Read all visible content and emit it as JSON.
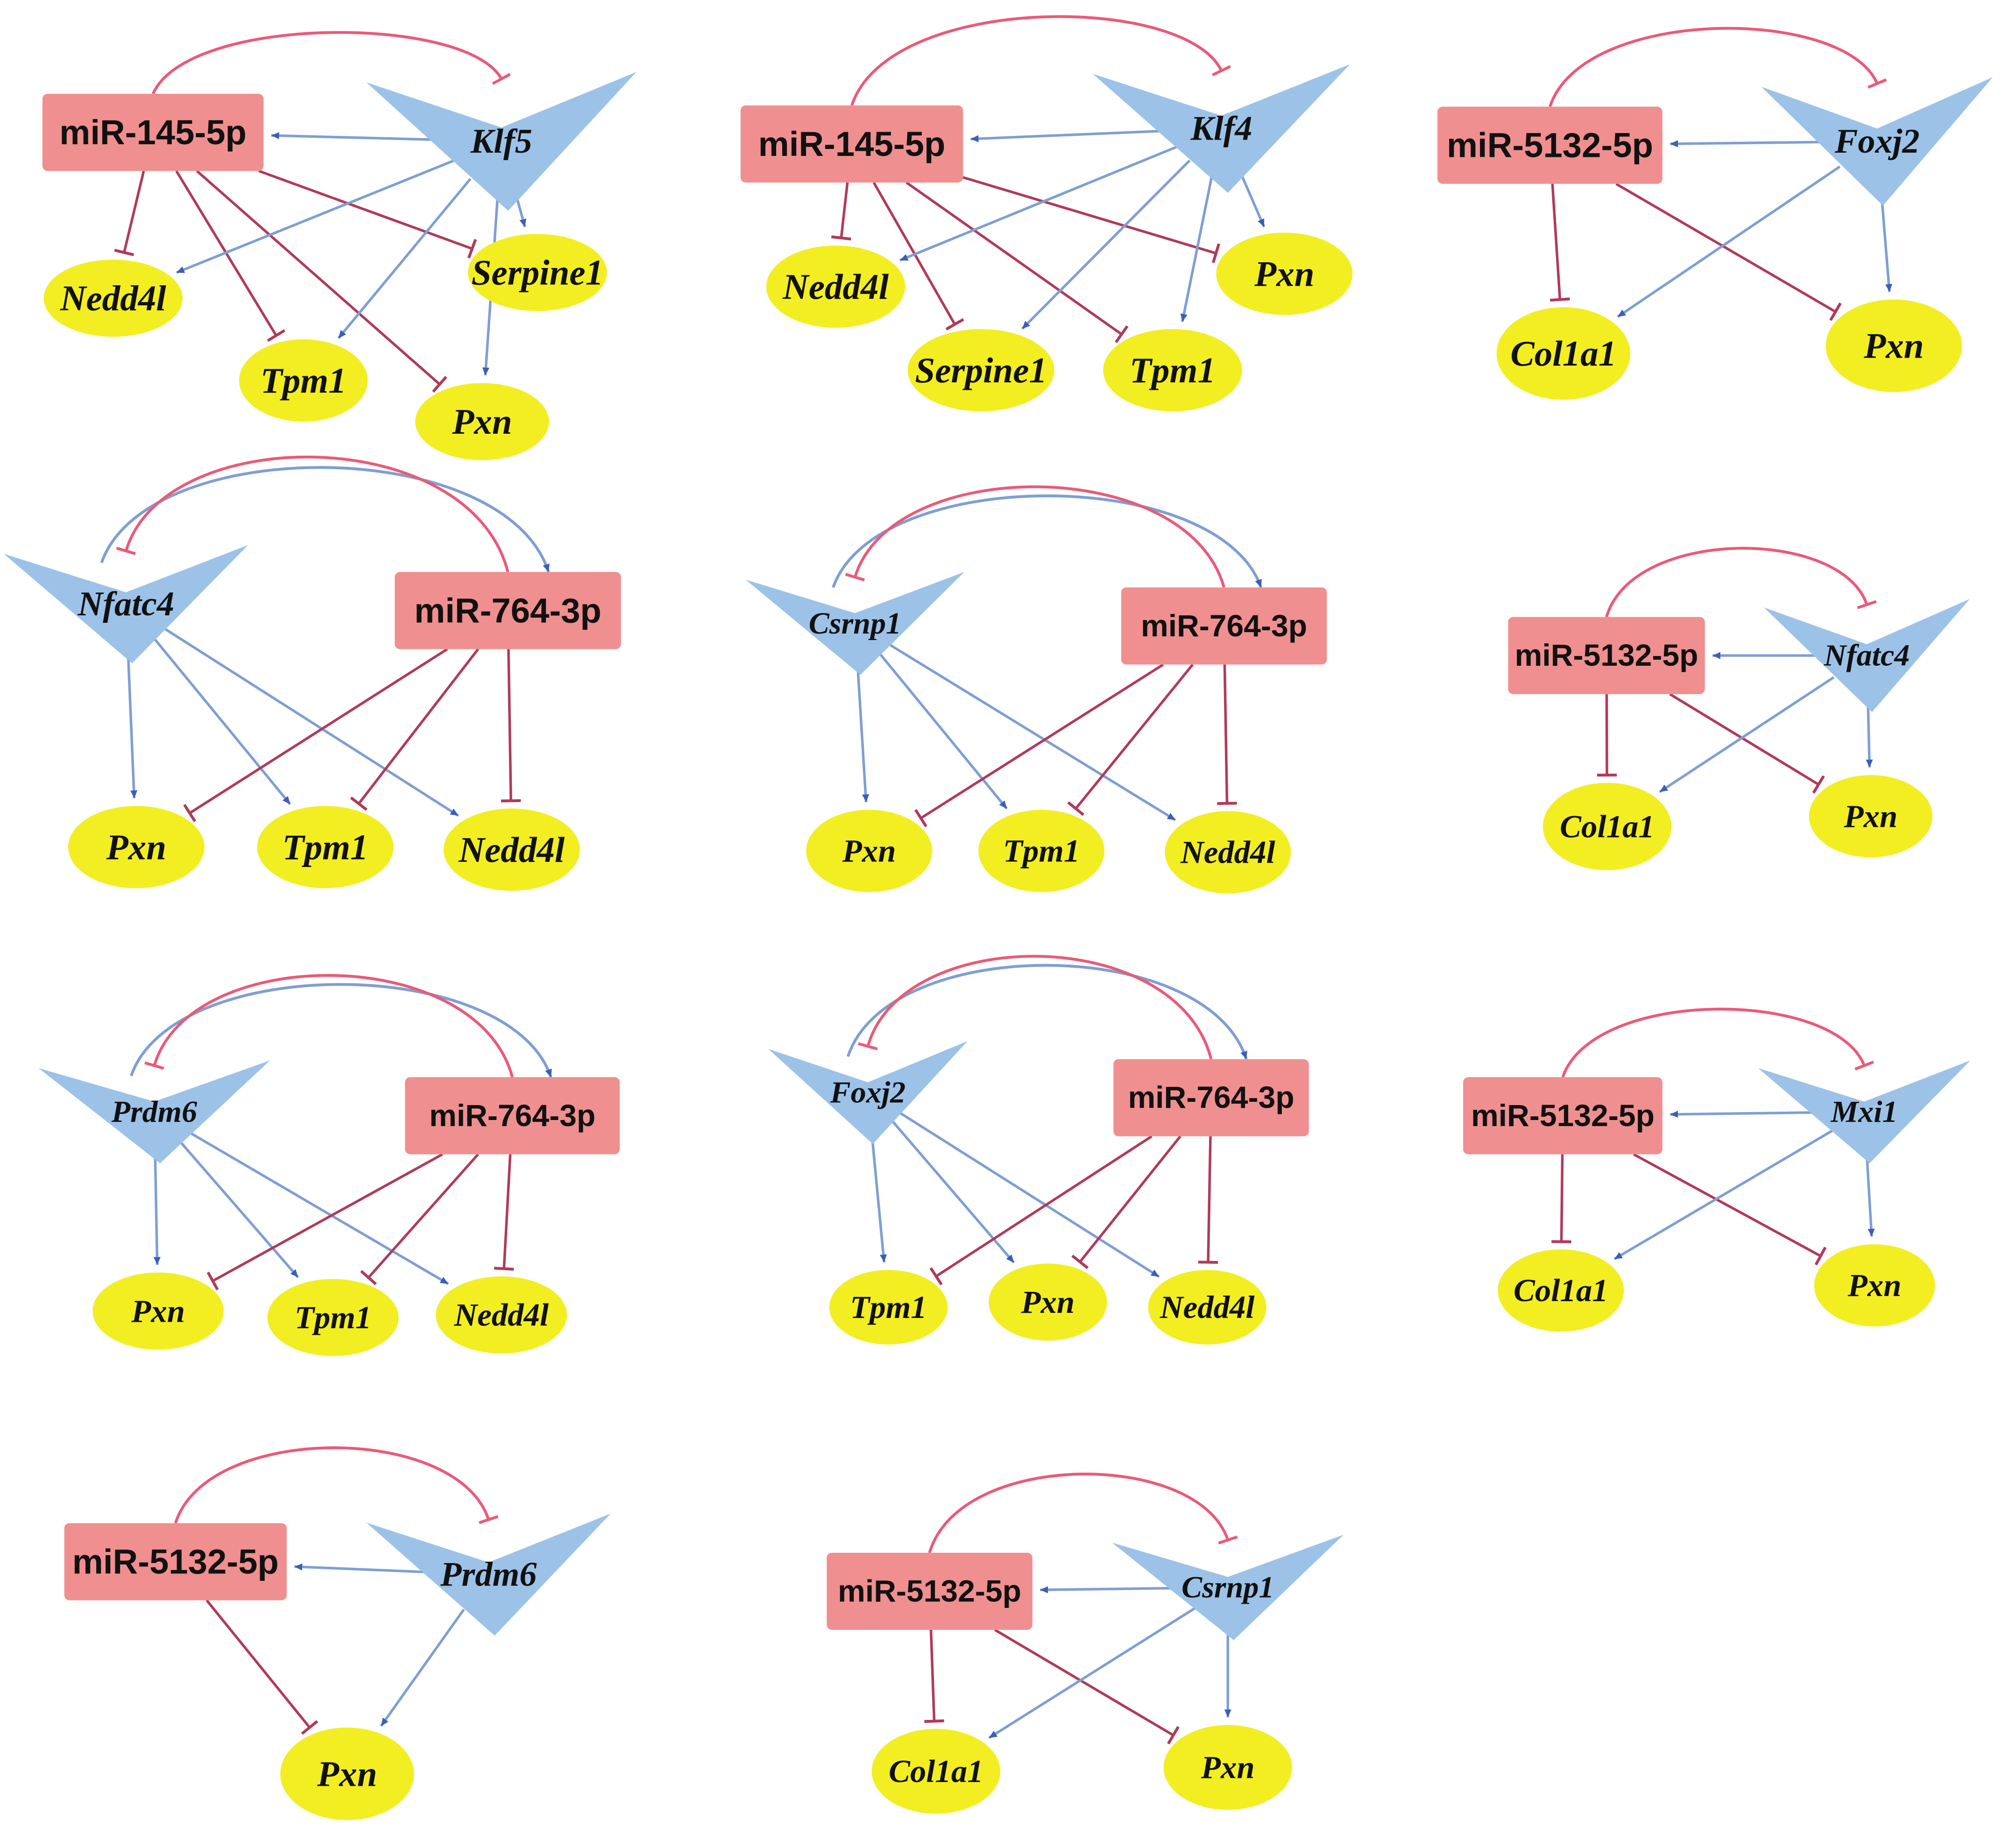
{
  "colors": {
    "mirna_fill": "#f08f8f",
    "tf_fill": "#9cc2e8",
    "target_fill": "#f2ee22",
    "activation_edge": "#7f9fd2",
    "activation_arrowhead": "#3a5fb8",
    "inhibition_edge": "#b03a5a",
    "loop_inhibition_edge": "#ea5a78",
    "text": "#111111"
  },
  "node_shapes": {
    "mirna": "rounded-rectangle",
    "transcription_factor": "v-shape",
    "target_gene": "ellipse"
  },
  "edge_types": {
    "activation": "arrow",
    "inhibition": "t-bar"
  },
  "panels": [
    {
      "mirna": "miR-145-5p",
      "tf": "Klf5",
      "targets": [
        "Nedd4l",
        "Tpm1",
        "Pxn",
        "Serpine1"
      ],
      "edges": [
        {
          "from": "miR-145-5p",
          "to": "Klf5",
          "type": "inhibition"
        },
        {
          "from": "Klf5",
          "to": "miR-145-5p",
          "type": "activation"
        },
        {
          "from": "miR-145-5p",
          "to": "Nedd4l",
          "type": "inhibition"
        },
        {
          "from": "miR-145-5p",
          "to": "Tpm1",
          "type": "inhibition"
        },
        {
          "from": "miR-145-5p",
          "to": "Pxn",
          "type": "inhibition"
        },
        {
          "from": "miR-145-5p",
          "to": "Serpine1",
          "type": "inhibition"
        },
        {
          "from": "Klf5",
          "to": "Nedd4l",
          "type": "activation"
        },
        {
          "from": "Klf5",
          "to": "Tpm1",
          "type": "activation"
        },
        {
          "from": "Klf5",
          "to": "Pxn",
          "type": "activation"
        },
        {
          "from": "Klf5",
          "to": "Serpine1",
          "type": "activation"
        }
      ]
    },
    {
      "mirna": "miR-145-5p",
      "tf": "Klf4",
      "targets": [
        "Nedd4l",
        "Serpine1",
        "Tpm1",
        "Pxn"
      ],
      "edges": [
        {
          "from": "miR-145-5p",
          "to": "Klf4",
          "type": "inhibition"
        },
        {
          "from": "Klf4",
          "to": "miR-145-5p",
          "type": "activation"
        },
        {
          "from": "miR-145-5p",
          "to": "Nedd4l",
          "type": "inhibition"
        },
        {
          "from": "miR-145-5p",
          "to": "Serpine1",
          "type": "inhibition"
        },
        {
          "from": "miR-145-5p",
          "to": "Tpm1",
          "type": "inhibition"
        },
        {
          "from": "miR-145-5p",
          "to": "Pxn",
          "type": "inhibition"
        },
        {
          "from": "Klf4",
          "to": "Nedd4l",
          "type": "activation"
        },
        {
          "from": "Klf4",
          "to": "Serpine1",
          "type": "activation"
        },
        {
          "from": "Klf4",
          "to": "Tpm1",
          "type": "activation"
        },
        {
          "from": "Klf4",
          "to": "Pxn",
          "type": "activation"
        }
      ]
    },
    {
      "mirna": "miR-5132-5p",
      "tf": "Foxj2",
      "targets": [
        "Col1a1",
        "Pxn"
      ],
      "edges": [
        {
          "from": "miR-5132-5p",
          "to": "Foxj2",
          "type": "inhibition"
        },
        {
          "from": "Foxj2",
          "to": "miR-5132-5p",
          "type": "activation"
        },
        {
          "from": "miR-5132-5p",
          "to": "Col1a1",
          "type": "inhibition"
        },
        {
          "from": "miR-5132-5p",
          "to": "Pxn",
          "type": "inhibition"
        },
        {
          "from": "Foxj2",
          "to": "Col1a1",
          "type": "activation"
        },
        {
          "from": "Foxj2",
          "to": "Pxn",
          "type": "activation"
        }
      ]
    },
    {
      "mirna": "miR-764-3p",
      "tf": "Nfatc4",
      "targets": [
        "Pxn",
        "Tpm1",
        "Nedd4l"
      ],
      "edges": [
        {
          "from": "Nfatc4",
          "to": "miR-764-3p",
          "type": "activation"
        },
        {
          "from": "miR-764-3p",
          "to": "Nfatc4",
          "type": "inhibition"
        },
        {
          "from": "Nfatc4",
          "to": "Pxn",
          "type": "activation"
        },
        {
          "from": "Nfatc4",
          "to": "Tpm1",
          "type": "activation"
        },
        {
          "from": "Nfatc4",
          "to": "Nedd4l",
          "type": "activation"
        },
        {
          "from": "miR-764-3p",
          "to": "Pxn",
          "type": "inhibition"
        },
        {
          "from": "miR-764-3p",
          "to": "Tpm1",
          "type": "inhibition"
        },
        {
          "from": "miR-764-3p",
          "to": "Nedd4l",
          "type": "inhibition"
        }
      ]
    },
    {
      "mirna": "miR-764-3p",
      "tf": "Csrnp1",
      "targets": [
        "Pxn",
        "Tpm1",
        "Nedd4l"
      ],
      "edges": [
        {
          "from": "Csrnp1",
          "to": "miR-764-3p",
          "type": "activation"
        },
        {
          "from": "miR-764-3p",
          "to": "Csrnp1",
          "type": "inhibition"
        },
        {
          "from": "Csrnp1",
          "to": "Pxn",
          "type": "activation"
        },
        {
          "from": "Csrnp1",
          "to": "Tpm1",
          "type": "activation"
        },
        {
          "from": "Csrnp1",
          "to": "Nedd4l",
          "type": "activation"
        },
        {
          "from": "miR-764-3p",
          "to": "Pxn",
          "type": "inhibition"
        },
        {
          "from": "miR-764-3p",
          "to": "Tpm1",
          "type": "inhibition"
        },
        {
          "from": "miR-764-3p",
          "to": "Nedd4l",
          "type": "inhibition"
        }
      ]
    },
    {
      "mirna": "miR-5132-5p",
      "tf": "Nfatc4",
      "targets": [
        "Col1a1",
        "Pxn"
      ],
      "edges": [
        {
          "from": "miR-5132-5p",
          "to": "Nfatc4",
          "type": "inhibition"
        },
        {
          "from": "Nfatc4",
          "to": "miR-5132-5p",
          "type": "activation"
        },
        {
          "from": "miR-5132-5p",
          "to": "Col1a1",
          "type": "inhibition"
        },
        {
          "from": "miR-5132-5p",
          "to": "Pxn",
          "type": "inhibition"
        },
        {
          "from": "Nfatc4",
          "to": "Col1a1",
          "type": "activation"
        },
        {
          "from": "Nfatc4",
          "to": "Pxn",
          "type": "activation"
        }
      ]
    },
    {
      "mirna": "miR-764-3p",
      "tf": "Prdm6",
      "targets": [
        "Pxn",
        "Tpm1",
        "Nedd4l"
      ],
      "edges": [
        {
          "from": "Prdm6",
          "to": "miR-764-3p",
          "type": "activation"
        },
        {
          "from": "miR-764-3p",
          "to": "Prdm6",
          "type": "inhibition"
        },
        {
          "from": "Prdm6",
          "to": "Pxn",
          "type": "activation"
        },
        {
          "from": "Prdm6",
          "to": "Tpm1",
          "type": "activation"
        },
        {
          "from": "Prdm6",
          "to": "Nedd4l",
          "type": "activation"
        },
        {
          "from": "miR-764-3p",
          "to": "Pxn",
          "type": "inhibition"
        },
        {
          "from": "miR-764-3p",
          "to": "Tpm1",
          "type": "inhibition"
        },
        {
          "from": "miR-764-3p",
          "to": "Nedd4l",
          "type": "inhibition"
        }
      ]
    },
    {
      "mirna": "miR-764-3p",
      "tf": "Foxj2",
      "targets": [
        "Tpm1",
        "Pxn",
        "Nedd4l"
      ],
      "edges": [
        {
          "from": "Foxj2",
          "to": "miR-764-3p",
          "type": "activation"
        },
        {
          "from": "miR-764-3p",
          "to": "Foxj2",
          "type": "inhibition"
        },
        {
          "from": "Foxj2",
          "to": "Tpm1",
          "type": "activation"
        },
        {
          "from": "Foxj2",
          "to": "Pxn",
          "type": "activation"
        },
        {
          "from": "Foxj2",
          "to": "Nedd4l",
          "type": "activation"
        },
        {
          "from": "miR-764-3p",
          "to": "Tpm1",
          "type": "inhibition"
        },
        {
          "from": "miR-764-3p",
          "to": "Pxn",
          "type": "inhibition"
        },
        {
          "from": "miR-764-3p",
          "to": "Nedd4l",
          "type": "inhibition"
        }
      ]
    },
    {
      "mirna": "miR-5132-5p",
      "tf": "Mxi1",
      "targets": [
        "Col1a1",
        "Pxn"
      ],
      "edges": [
        {
          "from": "miR-5132-5p",
          "to": "Mxi1",
          "type": "inhibition"
        },
        {
          "from": "Mxi1",
          "to": "miR-5132-5p",
          "type": "activation"
        },
        {
          "from": "miR-5132-5p",
          "to": "Col1a1",
          "type": "inhibition"
        },
        {
          "from": "miR-5132-5p",
          "to": "Pxn",
          "type": "inhibition"
        },
        {
          "from": "Mxi1",
          "to": "Col1a1",
          "type": "activation"
        },
        {
          "from": "Mxi1",
          "to": "Pxn",
          "type": "activation"
        }
      ]
    },
    {
      "mirna": "miR-5132-5p",
      "tf": "Prdm6",
      "targets": [
        "Pxn"
      ],
      "edges": [
        {
          "from": "miR-5132-5p",
          "to": "Prdm6",
          "type": "inhibition"
        },
        {
          "from": "Prdm6",
          "to": "miR-5132-5p",
          "type": "activation"
        },
        {
          "from": "miR-5132-5p",
          "to": "Pxn",
          "type": "inhibition"
        },
        {
          "from": "Prdm6",
          "to": "Pxn",
          "type": "activation"
        }
      ]
    },
    {
      "mirna": "miR-5132-5p",
      "tf": "Csrnp1",
      "targets": [
        "Col1a1",
        "Pxn"
      ],
      "edges": [
        {
          "from": "miR-5132-5p",
          "to": "Csrnp1",
          "type": "inhibition"
        },
        {
          "from": "Csrnp1",
          "to": "miR-5132-5p",
          "type": "activation"
        },
        {
          "from": "miR-5132-5p",
          "to": "Col1a1",
          "type": "inhibition"
        },
        {
          "from": "miR-5132-5p",
          "to": "Pxn",
          "type": "inhibition"
        },
        {
          "from": "Csrnp1",
          "to": "Col1a1",
          "type": "activation"
        },
        {
          "from": "Csrnp1",
          "to": "Pxn",
          "type": "activation"
        }
      ]
    }
  ]
}
